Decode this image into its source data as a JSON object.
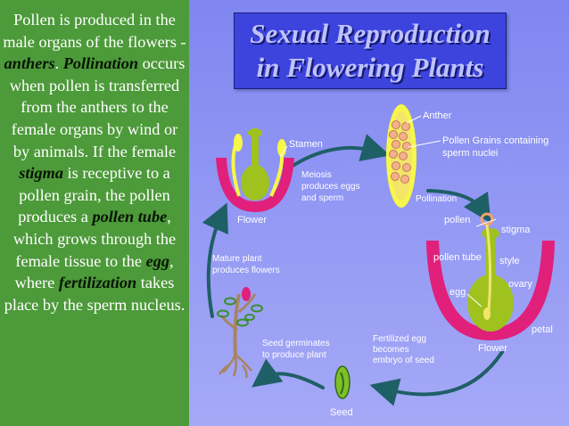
{
  "sidebar": {
    "s1": "Pollen is produced in the male organs of the flowers - ",
    "anthers": "anthers",
    "s2": ". ",
    "pollination": "Pollination",
    "s3": " occurs when pollen is transferred from the anthers to the female organs by wind or by animals. If the female ",
    "stigma": "stigma",
    "s4": " is receptive to a pollen grain, the pollen produces a ",
    "pollen_tube": "pollen tube",
    "s5": ", which grows through the female tissue to the ",
    "egg": "egg",
    "s6": ", where ",
    "fertilization": "fertilization",
    "s7": " takes place by the sperm nucleus."
  },
  "title": {
    "line1": "Sexual Reproduction",
    "line2": "in Flowering  Plants"
  },
  "labels": {
    "stamen": "Stamen",
    "flower_left": "Flower",
    "meiosis_1": "Meiosis",
    "meiosis_2": "produces eggs",
    "meiosis_3": "and sperm",
    "anther": "Anther",
    "pollen_grains_1": "Pollen Grains containing",
    "pollen_grains_2": "sperm nuclei",
    "pollination": "Pollination",
    "pollen": "pollen",
    "stigma": "stigma",
    "pollen_tube": "pollen tube",
    "style": "style",
    "ovary": "ovary",
    "egg": "egg",
    "petal": "petal",
    "flower_right": "Flower",
    "mature_1": "Mature plant",
    "mature_2": "produces flowers",
    "seed_germ_1": "Seed germinates",
    "seed_germ_2": "to produce plant",
    "fert_1": "Fertilized egg",
    "fert_2": "becomes",
    "fert_3": "embryo of seed",
    "seed": "Seed"
  },
  "colors": {
    "panel_green": "#4d9a3a",
    "title_blue": "#3c44dd",
    "cycle_arrow": "#1f5f66",
    "petal_magenta": "#e0207a",
    "pistil_green": "#9fc21f",
    "stamen_yellow": "#f7f64a"
  }
}
